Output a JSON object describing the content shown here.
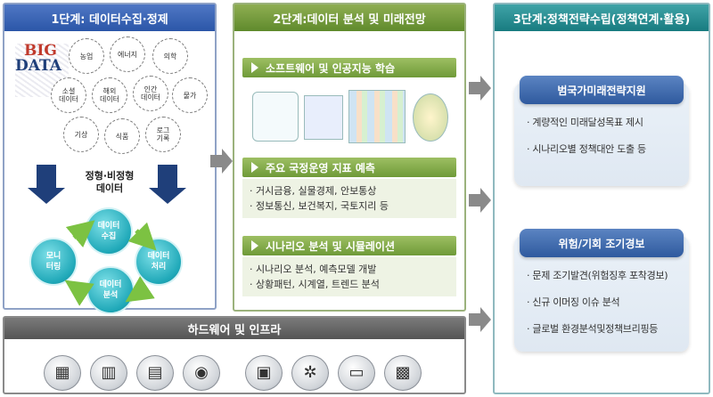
{
  "stage1": {
    "title": "1단계: 데이터수집·정제",
    "bigdata_big": "BIG",
    "bigdata_data": "DATA",
    "sources": [
      "농업",
      "에너지",
      "의학",
      "소셜\n데이터",
      "해외\n데이터",
      "인간\n데이터",
      "물가",
      "기상",
      "식품",
      "로그\n기록"
    ],
    "data_type": "정형·비정형\n데이터",
    "cycle": [
      "데이터\n수집",
      "데이터\n처리",
      "데이터\n분석",
      "모니\n터링"
    ]
  },
  "stage2": {
    "title": "2단계:데이터 분석 및 미래전망",
    "sections": [
      {
        "heading": "소프트웨어 및 인공지능 학습",
        "items": []
      },
      {
        "heading": "주요 국정운영 지표 예측",
        "items": [
          "거시금융, 실물경제, 안보통상",
          "정보통신, 보건복지, 국토지리 등"
        ]
      },
      {
        "heading": "시나리오 분석 및 시뮬레이션",
        "items": [
          "시나리오 분석, 예측모델 개발",
          "상황패턴, 시계열, 트렌드 분석"
        ]
      }
    ]
  },
  "stage3": {
    "title": "3단계:정책전략수립(정책연계·활용)",
    "cards": [
      {
        "heading": "범국가미래전략지원",
        "items": [
          "계량적인 미래달성목표 제시",
          "시나리오별 정책대안 도출 등"
        ]
      },
      {
        "heading": "위험/기회 조기경보",
        "items": [
          "문제 조기발견(위험징후 포착경보)",
          "신규 이머징 이슈 분석",
          "글로벌 환경분석및정책브리핑등"
        ]
      }
    ]
  },
  "infra": {
    "title": "하드웨어 및 인프라",
    "icons": [
      "cpu-icon",
      "memory-icon",
      "graphics-card-icon",
      "hard-disk-icon",
      "motherboard-icon",
      "cooling-fan-icon",
      "ssd-icon",
      "storage-server-icon"
    ]
  },
  "colors": {
    "stage1": "#2b56a8",
    "stage2": "#6f9a38",
    "stage3": "#187b80",
    "infra": "#555555",
    "cycle": "#1fa8b8",
    "card_head": "#2f5a9e"
  }
}
